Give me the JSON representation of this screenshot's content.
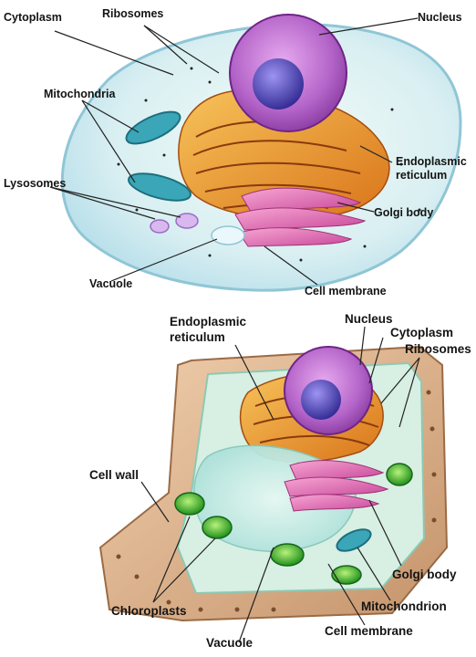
{
  "animal_cell": {
    "labels": {
      "cytoplasm": "Cytoplasm",
      "ribosomes": "Ribosomes",
      "nucleus": "Nucleus",
      "mitochondria": "Mitochondria",
      "endoplasmic_reticulum": "Endoplasmic\nreticulum",
      "lysosomes": "Lysosomes",
      "golgi_body": "Golgi body",
      "vacuole": "Vacuole",
      "cell_membrane": "Cell membrane"
    }
  },
  "plant_cell": {
    "labels": {
      "endoplasmic_reticulum": "Endoplasmic\nreticulum",
      "nucleus": "Nucleus",
      "cytoplasm": "Cytoplasm",
      "ribosomes": "Ribosomes",
      "cell_wall": "Cell wall",
      "golgi_body": "Golgi body",
      "chloroplasts": "Chloroplasts",
      "mitochondrion": "Mitochondrion",
      "cell_membrane": "Cell membrane",
      "vacuole": "Vacuole"
    }
  },
  "colors": {
    "animal_cytoplasm": "#cfe9ee",
    "animal_membrane": "#8fc6d6",
    "nucleus": "#b76bc9",
    "nucleolus": "#4b3fae",
    "endoplasmic_reticulum": "#e48a1f",
    "golgi": "#e66bb0",
    "mitochondria": "#3aa6b8",
    "lysosome": "#c9a4e8",
    "cell_wall": "#d8b08d",
    "chloroplast": "#38b82f",
    "plant_vacuole": "#bfe7e0"
  }
}
